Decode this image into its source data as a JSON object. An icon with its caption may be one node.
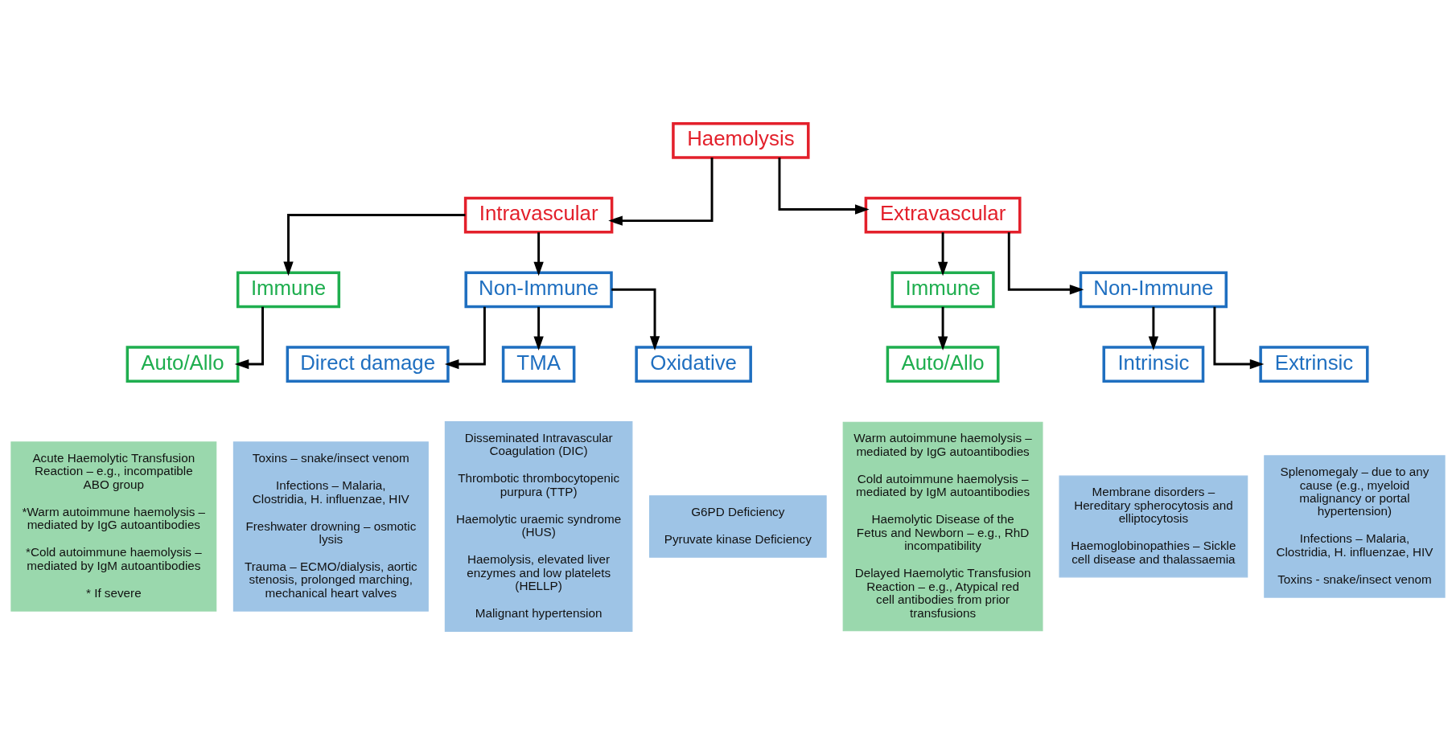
{
  "diagram": {
    "nodes": [
      {
        "text": [
          "Haemolysis"
        ]
      },
      {
        "text": [
          "Intravascular"
        ]
      },
      {
        "text": [
          "Extravascular"
        ]
      },
      {
        "text": [
          "Immune"
        ]
      },
      {
        "text": [
          "Non-Immune"
        ]
      },
      {
        "text": [
          "Immune"
        ]
      },
      {
        "text": [
          "Non-Immune"
        ]
      },
      {
        "text": [
          "Auto/Allo"
        ]
      },
      {
        "text": [
          "Direct damage"
        ]
      },
      {
        "text": [
          "TMA"
        ]
      },
      {
        "text": [
          "Oxidative"
        ]
      },
      {
        "text": [
          "Auto/Allo"
        ]
      },
      {
        "text": [
          "Intrinsic"
        ]
      },
      {
        "text": [
          "Extrinsic"
        ]
      },
      {
        "text": [
          "Acute Haemolytic Transfusion Reaction – e.g., incompatible ABO group",
          "*Warm autoimmune haemolysis – mediated by IgG autoantibodies",
          "*Cold autoimmune haemolysis – mediated by IgM autoantibodies",
          "* If severe"
        ]
      },
      {
        "text": [
          "Toxins – snake/insect venom",
          "Infections – Malaria, Clostridia, H. influenzae, HIV",
          "Freshwater drowning – osmotic lysis",
          "Trauma – ECMO/dialysis, aortic stenosis, prolonged marching, mechanical heart valves"
        ]
      },
      {
        "text": [
          "Disseminated Intravascular Coagulation (DIC)",
          "Thrombotic thrombocytopenic purpura (TTP)",
          "Haemolytic uraemic syndrome (HUS)",
          "Haemolysis, elevated liver enzymes and low platelets (HELLP)",
          "Malignant hypertension"
        ]
      },
      {
        "text": [
          "G6PD Deficiency",
          "Pyruvate kinase Deficiency"
        ]
      },
      {
        "text": [
          "Warm autoimmune haemolysis – mediated by IgG autoantibodies",
          "Cold autoimmune haemolysis – mediated by IgM autoantibodies",
          "Haemolytic Disease of the Fetus and Newborn – e.g., RhD incompatibility",
          "Delayed Haemolytic Transfusion Reaction – e.g., Atypical red cell antibodies from prior transfusions"
        ]
      },
      {
        "text": [
          "Membrane disorders – Hereditary spherocytosis and elliptocytosis",
          "Haemoglobinopathies – Sickle cell disease and thalassaemia"
        ]
      },
      {
        "text": [
          "Splenomegaly – due to any cause (e.g., myeloid malignancy or portal hypertension)",
          "Infections – Malaria, Clostridia, H. influenzae, HIV",
          "Toxins - snake/insect venom"
        ]
      }
    ],
    "edges": [
      {
        "from": 0,
        "to": 1,
        "arrow": "to"
      },
      {
        "from": 0,
        "to": 2,
        "arrow": "to"
      },
      {
        "from": 1,
        "to": 3,
        "arrow": "to"
      },
      {
        "from": 1,
        "to": 4,
        "arrow": "to"
      },
      {
        "from": 2,
        "to": 5,
        "arrow": "to"
      },
      {
        "from": 2,
        "to": 6,
        "arrow": "to"
      },
      {
        "from": 3,
        "to": 7,
        "arrow": "to"
      },
      {
        "from": 4,
        "to": 8,
        "arrow": "to"
      },
      {
        "from": 4,
        "to": 9,
        "arrow": "to"
      },
      {
        "from": 4,
        "to": 10,
        "arrow": "to"
      },
      {
        "from": 5,
        "to": 11,
        "arrow": "to"
      },
      {
        "from": 6,
        "to": 12,
        "arrow": "to"
      },
      {
        "from": 6,
        "to": 13,
        "arrow": "to"
      }
    ]
  }
}
